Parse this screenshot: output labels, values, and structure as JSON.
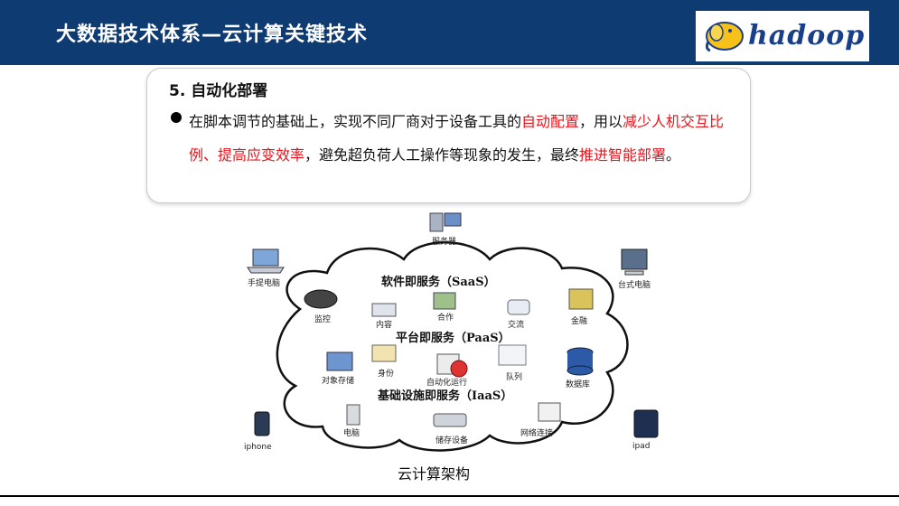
{
  "header": {
    "title": "大数据技术体系—云计算关键技术",
    "logo_text": "hadoop"
  },
  "card": {
    "heading": "5. 自动化部署",
    "bullet": {
      "t1": "在脚本调节的基础上，实现不同厂商对于设备工具的",
      "r1": "自动配置",
      "t2": "，用以",
      "r2": "减少人机交互比例、提高应变效率",
      "t3": "，避免超负荷人工操作等现象的发生，最终",
      "r3": "推进智能部署",
      "t4": "。"
    }
  },
  "diagram": {
    "layers": [
      "软件即服务（SaaS）",
      "平台即服务（PaaS）",
      "基础设施即服务（IaaS）"
    ],
    "outside": [
      "服务器",
      "手提电脑",
      "台式电脑",
      "iphone",
      "ipad"
    ],
    "inside": [
      "监控",
      "内容",
      "合作",
      "交流",
      "金融",
      "对象存储",
      "身份",
      "自动化运行",
      "队列",
      "数据库",
      "电脑",
      "储存设备",
      "网络连接"
    ],
    "caption": "云计算架构"
  },
  "colors": {
    "header_bg": "#0f3b73",
    "highlight": "#e8141b"
  }
}
